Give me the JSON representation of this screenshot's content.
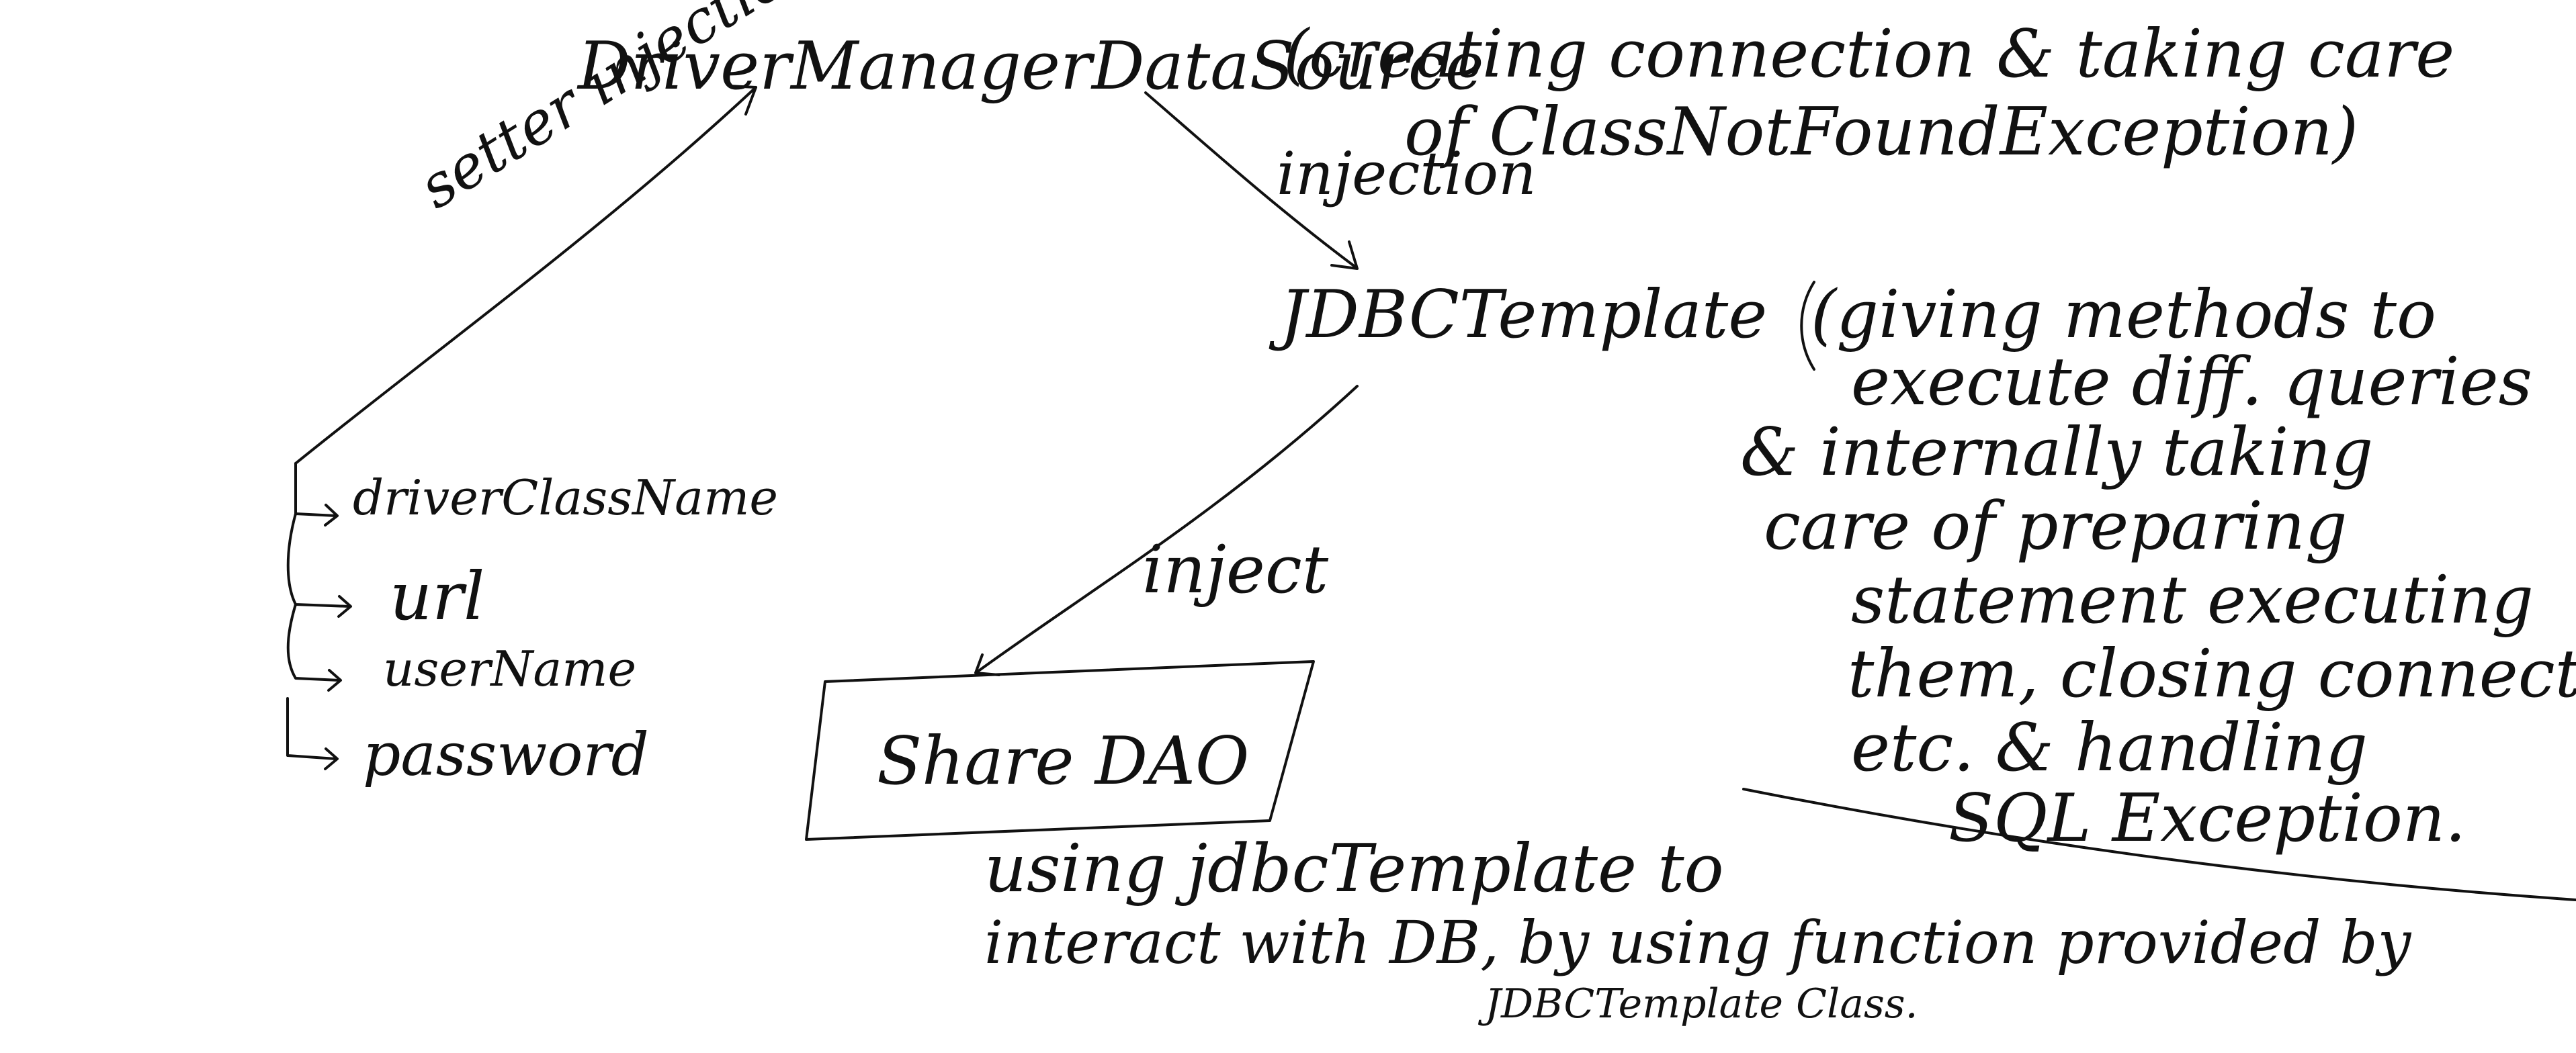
{
  "nodes": {
    "datasource": {
      "label": "DriverManagerDataSource",
      "note_line1": "(creating connection & taking care",
      "note_line2": "of ClassNotFoundException)"
    },
    "jdbc_template": {
      "label": "JDBCTemplate",
      "note_lines": [
        "(giving methods to",
        "execute diff. queries",
        "& internally taking",
        "care of preparing",
        "statement executing",
        "them, closing connect",
        "etc. & handling",
        "SQL Exception."
      ]
    },
    "share_dao": {
      "label": "Share DAO",
      "note_lines": [
        "using jdbcTemplate to",
        "interact with DB, by using function provided by",
        "JDBCTemplate Class."
      ]
    }
  },
  "properties": [
    "driverClassName",
    "url",
    "userName",
    "password"
  ],
  "edges": {
    "setter": "setter injection",
    "injection": "injection",
    "inject": "inject"
  },
  "ink_color": "#111111"
}
